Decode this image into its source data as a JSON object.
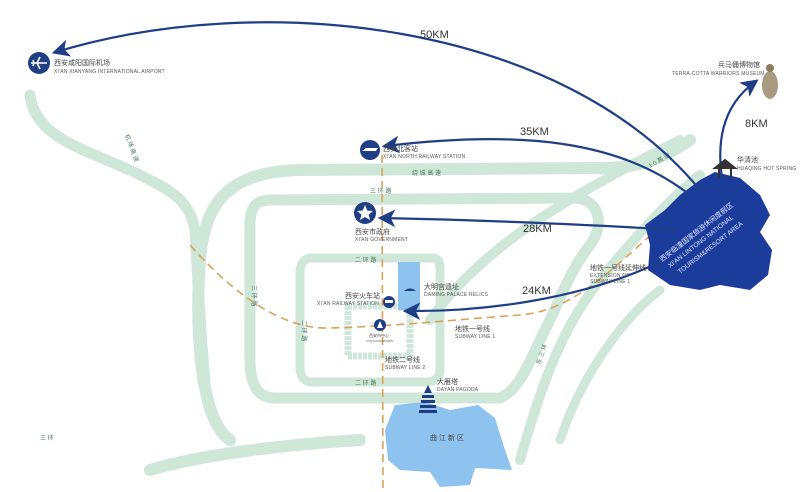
{
  "distances": {
    "airport": "50KM",
    "north_station": "35KM",
    "government": "28KM",
    "railway_station": "24KM",
    "terracotta": "8KM"
  },
  "places": {
    "airport": {
      "cn": "西安咸阳国际机场",
      "en": "XI'AN XIANYANG INTERNATIONAL AIRPORT",
      "icon": "airplane-icon"
    },
    "terracotta": {
      "cn": "兵马俑博物馆",
      "en": "TERRA-COTTA WARRIORS MUSEUM",
      "icon": "warrior-statue-icon"
    },
    "huaqing": {
      "cn": "华清池",
      "en": "HUAQING HOT SPRING",
      "icon": "pavilion-icon"
    },
    "north_station": {
      "cn": "西安北客站",
      "en": "XI'AN NORTH RAILWAY STATION",
      "icon": "train-icon"
    },
    "government": {
      "cn": "西安市政府",
      "en": "XI'AN GOVERNMENT",
      "icon": "star-icon"
    },
    "daming": {
      "cn": "大明宫遗址",
      "en": "DAMING PALACE RELICS",
      "icon": "palace-icon"
    },
    "railway_station": {
      "cn": "西安火车站",
      "en": "XI'AN RAILWAY STATION",
      "icon": "train-icon"
    },
    "downtown": {
      "cn": "西安市中心",
      "en": "XI'AN DOWNTOWN",
      "icon": "bell-tower-icon"
    },
    "subway1": {
      "cn": "地铁一号线",
      "en": "SUBWAY LINE 1"
    },
    "subway2": {
      "cn": "地铁二号线",
      "en": "SUBWAY LINE 2"
    },
    "subway1_ext": {
      "cn": "地铁一号线延伸线",
      "en1": "EXTENSION OF",
      "en2": "SUBWAY LINE 1"
    },
    "dayan": {
      "cn": "大雁塔",
      "en": "DAYAN PAGODA",
      "icon": "pagoda-icon"
    },
    "qujiang": {
      "cn": "曲 江 新 区"
    },
    "lintong": {
      "cn": "西安临潼国家旅游休闲度假区",
      "en1": "XI'AN LINTONG NATIONAL",
      "en2": "TOURISM&RESORT AREA"
    }
  },
  "roads": {
    "ring_expressway": "绕 城 高 速",
    "third_ring": "三 环 路",
    "second_ring": "二 环 路",
    "airport_expressway": "机 场 高 速",
    "xilin_expressway": "1 0 高 速",
    "third_ring_left": "三 环 路",
    "second_ring_left": "二 环 路",
    "second_ring_bottom": "二 环 路",
    "third_ring_bottom": "三 环",
    "east_road": "东 三 环"
  },
  "colors": {
    "arrow": "#1f3e86",
    "road": "#cfe7d9",
    "water": "#8ec3ef",
    "resort": "#1c3c9c",
    "metro": "#d9a25a"
  }
}
